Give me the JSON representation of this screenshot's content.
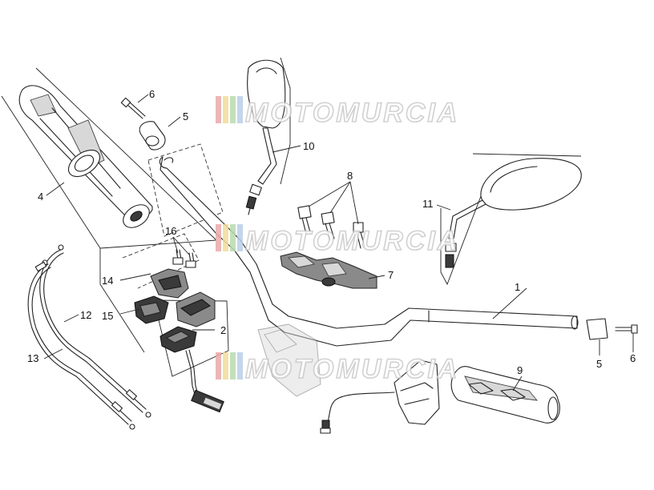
{
  "watermark": {
    "text": "MOTOMURCIA",
    "stripe_colors": [
      "#e9a9a9",
      "#f2dc9a",
      "#b9d9b0",
      "#b8cfe8"
    ]
  },
  "callouts": {
    "c1": "1",
    "c2": "2",
    "c4": "4",
    "c5a": "5",
    "c5b": "5",
    "c6a": "6",
    "c6b": "6",
    "c7": "7",
    "c8": "8",
    "c9": "9",
    "c10": "10",
    "c11": "11",
    "c12": "12",
    "c13": "13",
    "c14": "14",
    "c15": "15",
    "c16": "16"
  }
}
